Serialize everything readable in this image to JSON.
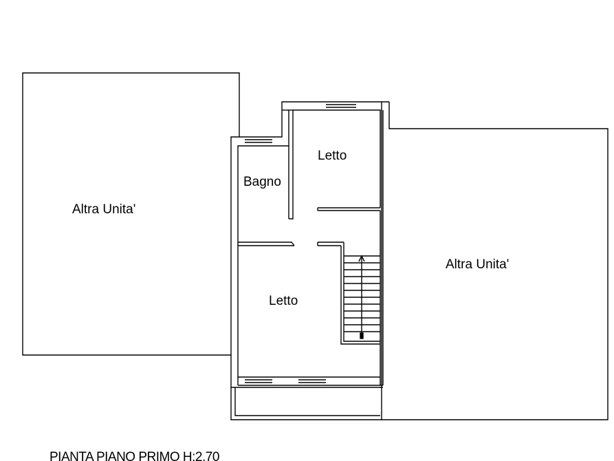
{
  "plan": {
    "rooms": [
      {
        "id": "altra-unita-left",
        "label": "Altra Unita'"
      },
      {
        "id": "letto-top",
        "label": "Letto"
      },
      {
        "id": "bagno",
        "label": "Bagno"
      },
      {
        "id": "altra-unita-right",
        "label": "Altra Unita'"
      },
      {
        "id": "letto-bottom",
        "label": "Letto"
      }
    ],
    "caption": "PIANTA PIANO PRIMO H:2,70"
  }
}
